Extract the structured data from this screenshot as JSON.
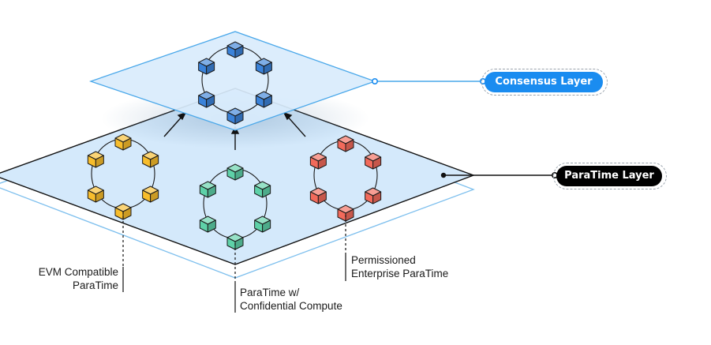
{
  "layers": {
    "consensus": {
      "label": "Consensus Layer",
      "color": "#1a8cf0"
    },
    "paratime": {
      "label": "ParaTime Layer",
      "color": "#000000"
    }
  },
  "paratimes": [
    {
      "line1": "EVM Compatible",
      "line2": "ParaTime",
      "color": "#f7bd2c"
    },
    {
      "line1": "ParaTime w/",
      "line2": "Confidential Compute",
      "color": "#5ed1a8"
    },
    {
      "line1": "Permissioned",
      "line2": "Enterprise ParaTime",
      "color": "#f26a5b"
    }
  ],
  "consensus_node_color": "#3a82d9",
  "plane_color": "#d4e9fb"
}
